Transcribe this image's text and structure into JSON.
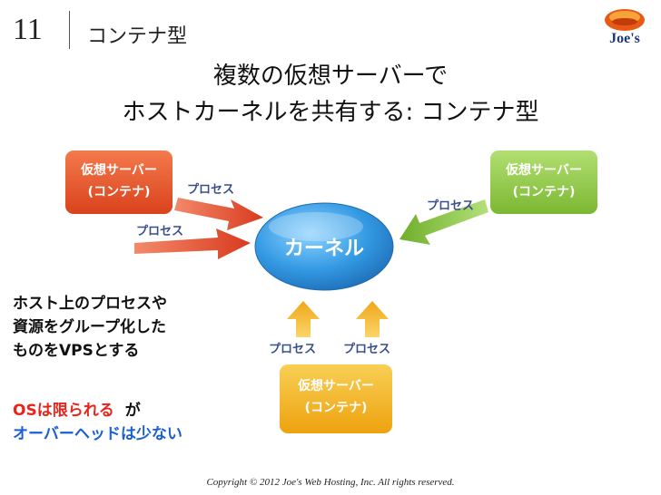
{
  "slide": {
    "number": "11",
    "header": "コンテナ型"
  },
  "logo": {
    "text": "Joe's"
  },
  "title": {
    "line1": "複数の仮想サーバーで",
    "line2": "ホストカーネルを共有する: コンテナ型"
  },
  "diagram": {
    "kernel": "カーネル",
    "left_server": {
      "line1": "仮想サーバー",
      "line2": "(コンテナ)"
    },
    "right_server": {
      "line1": "仮想サーバー",
      "line2": "(コンテナ)"
    },
    "bottom_server": {
      "line1": "仮想サーバー",
      "line2": "(コンテナ)"
    },
    "process_label": "プロセス",
    "colors": {
      "left": "#e2542b",
      "right": "#8cc63f",
      "bottom": "#f2b21e",
      "kernel": "#2f8fd8",
      "process_text": "#3a4f8a"
    }
  },
  "notes": {
    "line1": "ホスト上のプロセスや",
    "line2": "資源をグループ化した",
    "line3": "ものをVPSとする",
    "os_part": "OSは限られる",
    "ga_part": "が",
    "overhead": "オーバーヘッドは少ない",
    "colors": {
      "red": "#e8241b",
      "blue": "#1a5fd6"
    }
  },
  "footer": {
    "copyright": "Copyright © 2012 Joe's Web Hosting, Inc. All rights reserved."
  }
}
